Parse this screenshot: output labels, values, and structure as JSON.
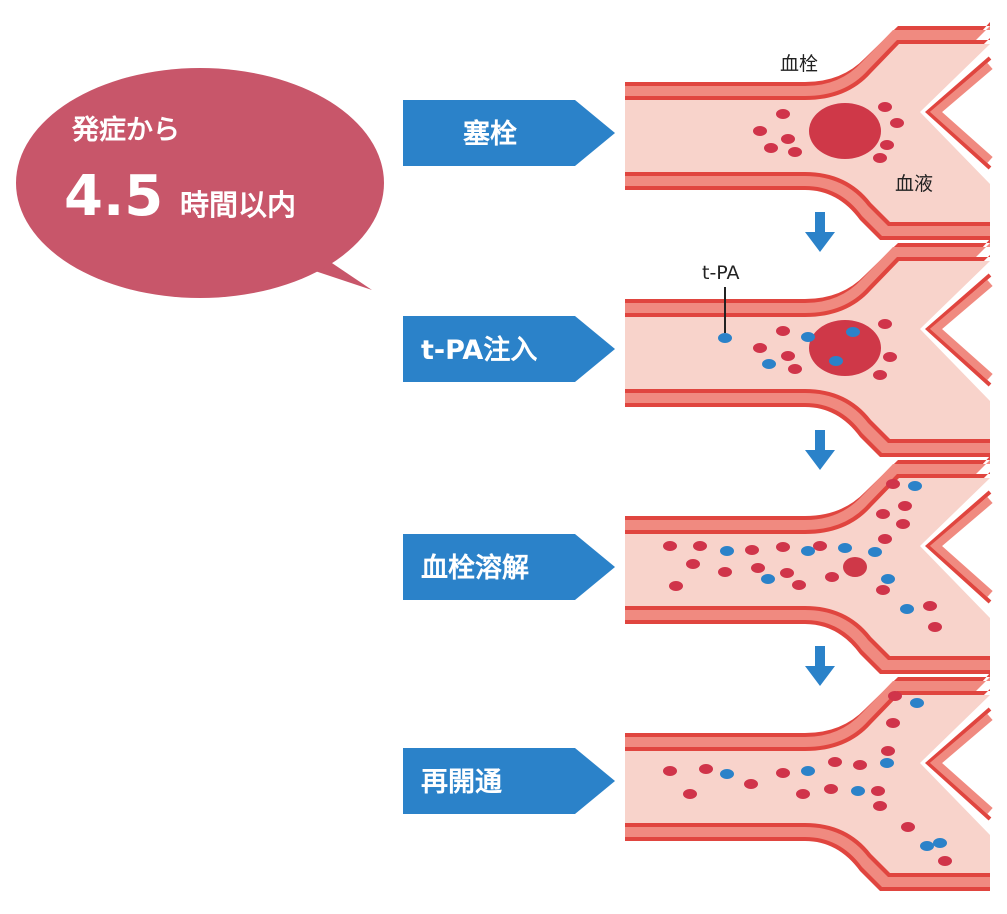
{
  "bubble": {
    "line1": "発症から",
    "number": "4.5",
    "unit": "時間以内",
    "color": "#c8566a"
  },
  "steps": [
    {
      "label": "塞栓"
    },
    {
      "label": "t-PA注入"
    },
    {
      "label": "血栓溶解"
    },
    {
      "label": "再開通"
    }
  ],
  "annotations": {
    "thrombus": "血栓",
    "blood": "血液",
    "tpa": "t-PA"
  },
  "colors": {
    "step_arrow": "#2b82c9",
    "vessel_wall": "#f08a80",
    "vessel_edge": "#e0453f",
    "vessel_lumen": "#f8d3cb",
    "red_cell": "#d0344a",
    "tpa_cell": "#2b82c9",
    "clot": "#cf3848"
  },
  "icons": {
    "down_arrow": "arrow-down-icon"
  }
}
